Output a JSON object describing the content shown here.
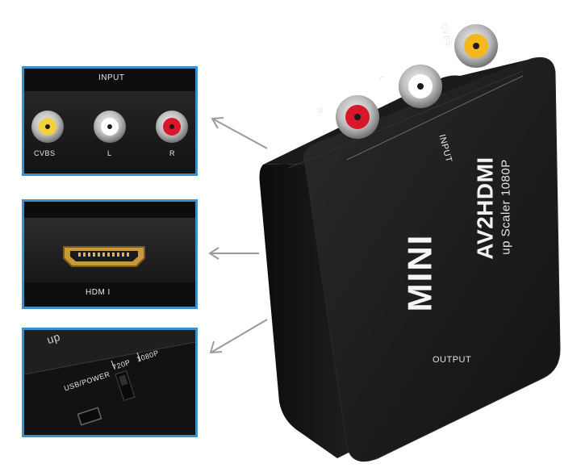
{
  "panels": {
    "input": {
      "title": "INPUT",
      "jacks": [
        {
          "label": "CVBS",
          "color": "#f2d13a"
        },
        {
          "label": "L",
          "color": "#ffffff"
        },
        {
          "label": "R",
          "color": "#d8182a"
        }
      ]
    },
    "hdmi": {
      "label": "HDM I"
    },
    "power": {
      "top_text": "up",
      "usb_label": "USB/POWER",
      "res_720": "720P",
      "res_1080": "1080P"
    }
  },
  "device": {
    "brand": "MINI",
    "model": "AV2HDMI",
    "subtitle": "up Scaler 1080P",
    "input_label": "INPUT",
    "output_label": "OUTPUT",
    "jacks": [
      {
        "label": "R",
        "color": "#d8182a"
      },
      {
        "label": "L",
        "color": "#ffffff"
      },
      {
        "label": "CVBS",
        "color": "#f2b81e"
      }
    ]
  },
  "colors": {
    "frame": "#3a8fd0",
    "body": "#141414",
    "arrow": "#9a9a9a"
  }
}
